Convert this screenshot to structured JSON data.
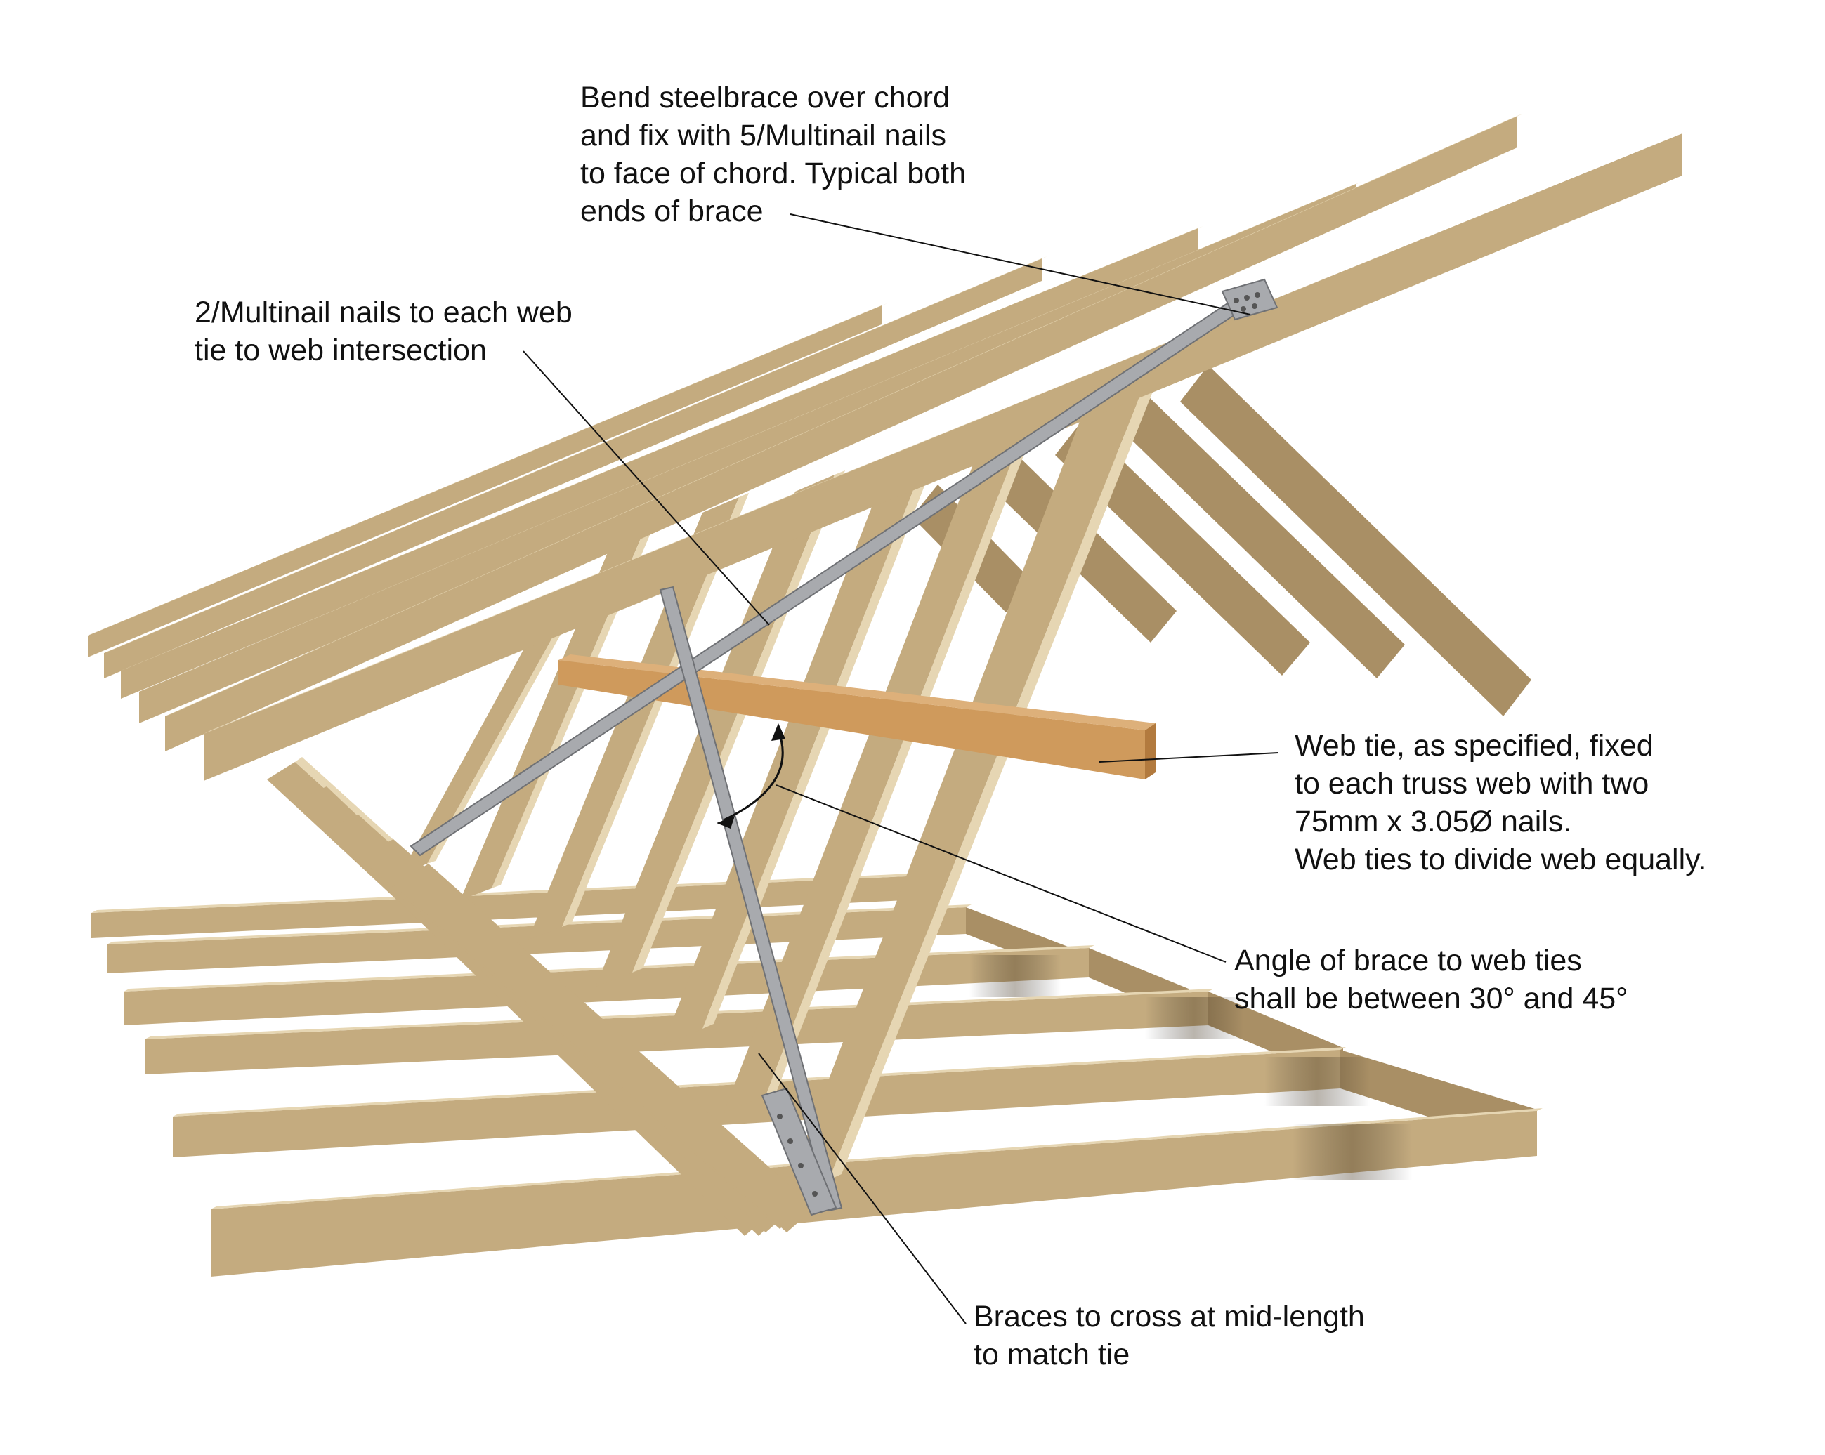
{
  "colors": {
    "timber_top": "#d6c29a",
    "timber_face": "#c4ab7f",
    "timber_side": "#a98f65",
    "timber_edge": "#e6d6b3",
    "web_tie": "#cf9a5c",
    "web_tie_side": "#b27a3e",
    "steel": "#a8aaae",
    "steel_edge": "#6f7175",
    "leader": "#111111"
  },
  "callouts": {
    "steelbrace_ends": "Bend steelbrace over chord\nand fix with 5/Multinail nails\nto face of chord.  Typical both\nends of brace",
    "web_intersection_nails": "2/Multinail nails to each web\ntie to web intersection",
    "web_tie": "Web tie, as specified, fixed\nto each truss web with two\n75mm x 3.05Ø nails.\nWeb ties to divide web equally.",
    "brace_angle": "Angle of brace to web ties\nshall be between 30° and 45°",
    "braces_cross": "Braces to cross at mid-length\nto match tie"
  }
}
